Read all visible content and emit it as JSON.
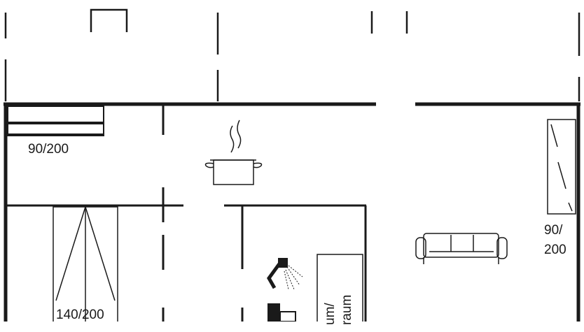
{
  "plan": {
    "labels": {
      "bed_single_top_left": "90/200",
      "bed_double": "140/200",
      "bed_single_right_line1": "90/",
      "bed_single_right_line2": "200",
      "utility_line1": "um/",
      "utility_line2": "raum"
    },
    "icons": [
      "cooking-pot-icon",
      "sofa-icon",
      "shower-icon",
      "toilet-icon"
    ]
  }
}
